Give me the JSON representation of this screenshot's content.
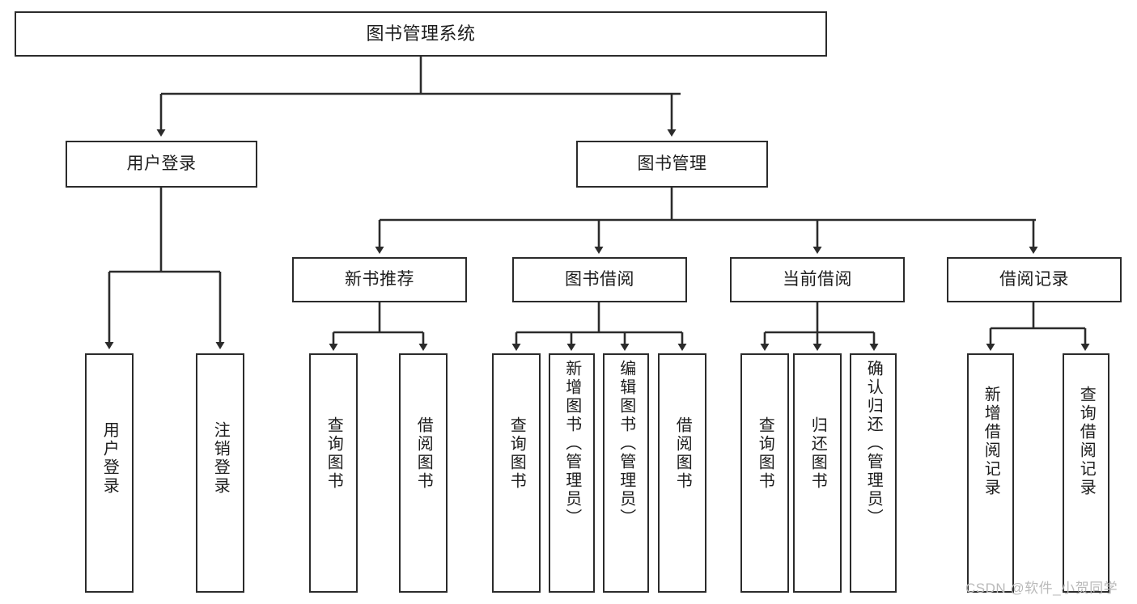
{
  "diagram": {
    "title": "图书管理系统",
    "type": "hierarchy-tree",
    "watermark": "CSDN @软件_小贺同学",
    "colors": {
      "border": "#2b2b2b",
      "background": "#ffffff",
      "text": "#1d1d1d",
      "edge": "#2b2b2b",
      "watermark": "#b9b9b9"
    },
    "levels": {
      "level0": [
        {
          "id": "root",
          "label": "图书管理系统"
        }
      ],
      "level1": [
        {
          "id": "user-login",
          "label": "用户登录"
        },
        {
          "id": "book-manage",
          "label": "图书管理"
        }
      ],
      "level2": [
        {
          "id": "new-book-rec",
          "label": "新书推荐"
        },
        {
          "id": "book-borrow",
          "label": "图书借阅"
        },
        {
          "id": "current-borrow",
          "label": "当前借阅"
        },
        {
          "id": "borrow-record",
          "label": "借阅记录"
        }
      ],
      "level3": [
        {
          "id": "leaf-user-login",
          "label": "用户登录",
          "parent": "user-login"
        },
        {
          "id": "leaf-user-logout",
          "label": "注销登录",
          "parent": "user-login"
        },
        {
          "id": "leaf-query-book-1",
          "label": "查询图书",
          "parent": "new-book-rec"
        },
        {
          "id": "leaf-borrow-book-1",
          "label": "借阅图书",
          "parent": "new-book-rec"
        },
        {
          "id": "leaf-query-book-2",
          "label": "查询图书",
          "parent": "book-borrow"
        },
        {
          "id": "leaf-add-book",
          "label": "新增图书（管理员）",
          "parent": "book-borrow"
        },
        {
          "id": "leaf-edit-book",
          "label": "编辑图书（管理员）",
          "parent": "book-borrow"
        },
        {
          "id": "leaf-borrow-book-2",
          "label": "借阅图书",
          "parent": "book-borrow"
        },
        {
          "id": "leaf-query-book-3",
          "label": "查询图书",
          "parent": "current-borrow"
        },
        {
          "id": "leaf-return-book",
          "label": "归还图书",
          "parent": "current-borrow"
        },
        {
          "id": "leaf-confirm-return",
          "label": "确认归还（管理员）",
          "parent": "current-borrow"
        },
        {
          "id": "leaf-add-record",
          "label": "新增借阅记录",
          "parent": "borrow-record"
        },
        {
          "id": "leaf-query-record",
          "label": "查询借阅记录",
          "parent": "borrow-record"
        }
      ]
    }
  }
}
